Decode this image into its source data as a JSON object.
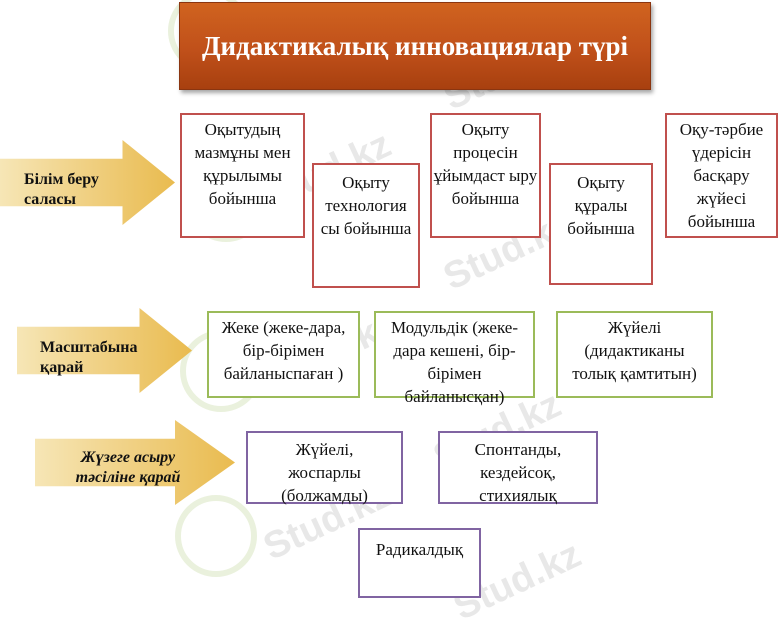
{
  "title": "Дидактикалық инновациялар түрі",
  "watermark": "Stud.kz",
  "rows": [
    {
      "label": "Білім беру саласы",
      "boxes": [
        "Оқытудың мазмұны мен құрылымы бойынша",
        "Оқыту технология сы бойынша",
        "Оқыту процесін ұйымдаст ыру бойынша",
        "Оқыту құралы бойынша",
        "Оқу-тәрбие үдерісін басқару жүйесі бойынша"
      ]
    },
    {
      "label": "Масштабына қарай",
      "boxes": [
        "Жеке  (жеке-дара, бір-бірімен байланыспаған )",
        "Модульдік (жеке-дара кешені, бір-бірімен байланысқан)",
        "Жүйелі (дидактиканы толық қамтитын)"
      ]
    },
    {
      "label": "Жүзеге асыру тәсіліне қарай",
      "boxes": [
        "Жүйелі, жоспарлы (болжамды)",
        "Спонтанды, кездейсоқ, стихиялық",
        "Радикалдық"
      ]
    }
  ],
  "colors": {
    "title_bg": "#c0501a",
    "row1_border": "#c0504d",
    "row2_border": "#9bbb59",
    "row3_border": "#8064a2",
    "arrow_fill": "#f1d48c"
  }
}
